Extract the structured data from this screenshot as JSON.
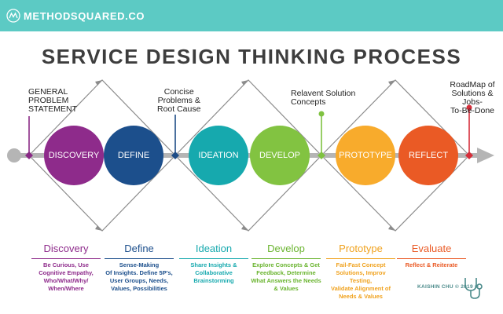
{
  "brand": {
    "name": "METHODSQUARED.CO",
    "logo_icon": "msq-logo-icon",
    "color": "#5ccac4"
  },
  "title": "SERVICE DESIGN THINKING PROCESS",
  "milestones": [
    {
      "lines": [
        "GENERAL",
        "PROBLEM",
        "STATEMENT"
      ],
      "color": "#8a2a86"
    },
    {
      "lines": [
        "Concise",
        "Problems &",
        "Root Cause"
      ],
      "color": "#1e4c86"
    },
    {
      "lines": [
        "Relavent Solution",
        "Concepts"
      ],
      "color": "#7fc241"
    },
    {
      "lines": [
        "RoadMap of",
        "Solutions & Jobs-",
        "To-Be-Done"
      ],
      "color": "#d62e3a"
    }
  ],
  "phases": [
    {
      "label": "DISCOVERY",
      "color": "#8e2b8b"
    },
    {
      "label": "DEFINE",
      "color": "#1c4f8c"
    },
    {
      "label": "IDEATION",
      "color": "#16a9ae"
    },
    {
      "label": "DEVELOP",
      "color": "#82c341"
    },
    {
      "label": "PROTOTYPE",
      "color": "#f8ab2c"
    },
    {
      "label": "REFLECT",
      "color": "#ea5a25"
    }
  ],
  "columns": [
    {
      "title": "Discovery",
      "color": "#8e2b8b",
      "lines": [
        "Be Curious, Use",
        "Cognitive Empathy,",
        "Who/What/Why/",
        "When/Where"
      ]
    },
    {
      "title": "Define",
      "color": "#1c4f8c",
      "lines": [
        "Sense-Making",
        "Of Insights. Define 5P's,",
        "User Groups, Needs,",
        "Values, Possibilities"
      ]
    },
    {
      "title": "Ideation",
      "color": "#16a9ae",
      "lines": [
        "Share Insights &",
        "Collaborative",
        "Brainstorming"
      ]
    },
    {
      "title": "Develop",
      "color": "#6ab42f",
      "lines": [
        "Explore Concepts & Get",
        "Feedback, Determine",
        "What Answers the Needs",
        "& Values"
      ]
    },
    {
      "title": "Prototype",
      "color": "#f0a21e",
      "lines": [
        "Fail-Fast Concept",
        "Solutions, Improv Testing,",
        "Validate Alignment of",
        "Needs & Values"
      ]
    },
    {
      "title": "Evaluate",
      "color": "#ea5a25",
      "lines": [
        "Reflect & Reiterate"
      ]
    }
  ],
  "credit": "KAISHIN CHU © 2019 ©",
  "credit_icon": "stethoscope-icon"
}
